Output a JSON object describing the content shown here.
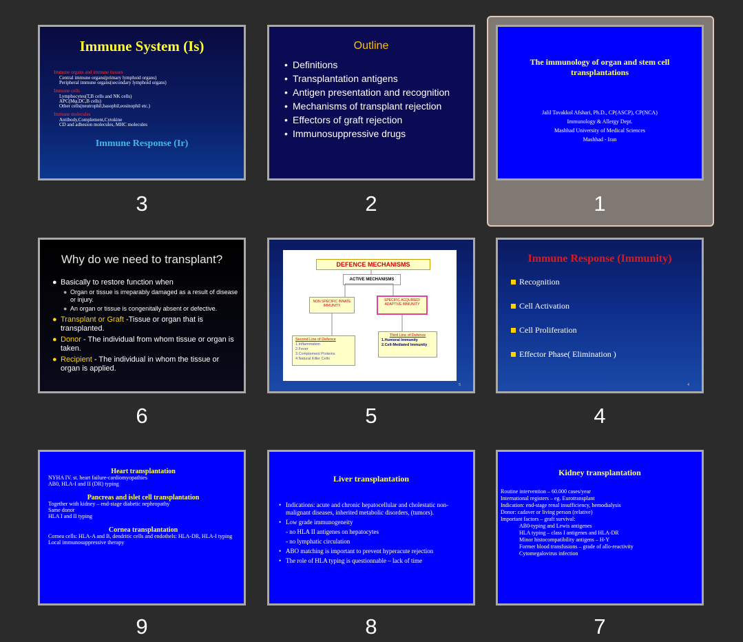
{
  "slides": [
    {
      "number": "3",
      "title": "Immune System (Is)",
      "groups": [
        {
          "heading": "Immune organs and immune tissues",
          "lines": [
            "Central immune organs(primary lymphoid organs)",
            "Peripheral immune organs(secondary lymphoid organs)"
          ]
        },
        {
          "heading": "Immune cells",
          "lines": [
            "Lymphocytes(T,B cells and NK cells)",
            "APC(Mφ,DC,B cells)",
            "Other cells(neutrophil,basophil,eosinophil etc.)"
          ]
        },
        {
          "heading": "Immune molecules",
          "lines": [
            "Antibody,Complement,Cytokine",
            "CD and adhesion molecules, MHC molecules"
          ]
        }
      ],
      "footer": "Immune Response (Ir)"
    },
    {
      "number": "2",
      "title": "Outline",
      "bullets": [
        "Definitions",
        "Transplantation antigens",
        "Antigen presentation and recognition",
        "Mechanisms of transplant rejection",
        "Effectors of graft rejection",
        "Immunosuppressive drugs"
      ]
    },
    {
      "number": "1",
      "title": "The immunology of organ and stem cell transplantations",
      "lines": [
        "Jalil Tavakkol Afshari, Ph.D., CP(ASCP), CP(NCA)",
        "Immunology & Allergy Dept.",
        "Mashhad University of Medical Sciences",
        "Mashhad - Iran"
      ]
    },
    {
      "number": "6",
      "title": "Why do we need to transplant?",
      "b1": "Basically to restore function when",
      "sub1": "Organ or tissue is irreparably damaged as a result of disease or injury.",
      "sub2": "An organ or tissue is congenitally absent or defective.",
      "t1": "Transplant or Graft",
      "d1": " -Tissue or organ that is transplanted.",
      "t2": "Donor",
      "d2": " - The individual from whom tissue or organ is taken.",
      "t3": "Recipient",
      "d3": " - The individual in whom the tissue or organ is applied."
    },
    {
      "number": "5",
      "diagram": {
        "title": "DEFENCE MECHANISMS",
        "active": "ACTIVE MECHANISMS",
        "nonspecific": "NON SPECIFIC INNATE IMMUNITY",
        "specific": "SPECIFIC ACQUIRED/ ADAPTIVE IMMUNITY",
        "second_title": "Second Line of Defence",
        "second_items": [
          "1.Inflammation",
          "2.Fever",
          "3.Complement Proteins",
          "4.Natural Killer Cells"
        ],
        "third_title": "Third Line of Defence",
        "third_items": [
          "1.Humoral Immunity",
          "2.Cell-Mediated Immunity"
        ]
      },
      "page_marker": "5"
    },
    {
      "number": "4",
      "title": "Immune Response (Immunity)",
      "items": [
        "Recognition",
        "Cell Activation",
        "Cell Proliferation",
        "Effector Phase( Elimination )"
      ],
      "page_marker": "4"
    },
    {
      "number": "9",
      "sections": [
        {
          "title": "Heart transplantation",
          "lines": [
            "NYHA IV. st. heart failure-cardiomyopathies",
            "AB0, HLA-I and II (DR) typing"
          ]
        },
        {
          "title": "Pancreas and islet cell transplantation",
          "lines": [
            "Together with kidney – end-stage diabetic nephropathy",
            "Same donor",
            "HLA I and II typing"
          ]
        },
        {
          "title": "Cornea transplantation",
          "lines": [
            "Cornea cells: HLA-A and B, dendritic cells and endothels: HLA-DR, HLA-I typing",
            "Local immunosuppressive therapy"
          ]
        }
      ]
    },
    {
      "number": "8",
      "title": "Liver transplantation",
      "bullets": [
        "Indications: acute and chronic hepatocellular and cholestatic non-malignant diseases, inherited metabolic disorders, (tumors).",
        "Low grade immunogeneity",
        "ABO matching is important to prevent hyperacute rejection",
        "The role of HLA typing is questionnable – lack of time"
      ],
      "sub": [
        "- no HLA II antigenes on hepatocytes",
        "- no lymphatic circulation"
      ]
    },
    {
      "number": "7",
      "title": "Kidney transplantation",
      "lines": [
        "Routine intervention – 60.000 cases/year",
        "International registers – eg. Eurotransplant",
        "Indication: end-stage renal insufficiency, hemodialysis",
        "Donor: cadaver or living person (relative)",
        "Important factors – graft survival:"
      ],
      "sub": [
        "AB0-typing and Lewis antigenes",
        "HLA typing – class I antigenes and HLA-DR",
        "Minor histocompatibility antigens – H-Y",
        "Former blood transfusions – grade of allo-reactivity",
        "Cytomegalovirus infection"
      ]
    }
  ],
  "colors": {
    "background": "#2b2b2b",
    "selected_highlight": "#807872",
    "selected_border": "#e2c6b8",
    "thumb_border": "#a9a9a9"
  }
}
